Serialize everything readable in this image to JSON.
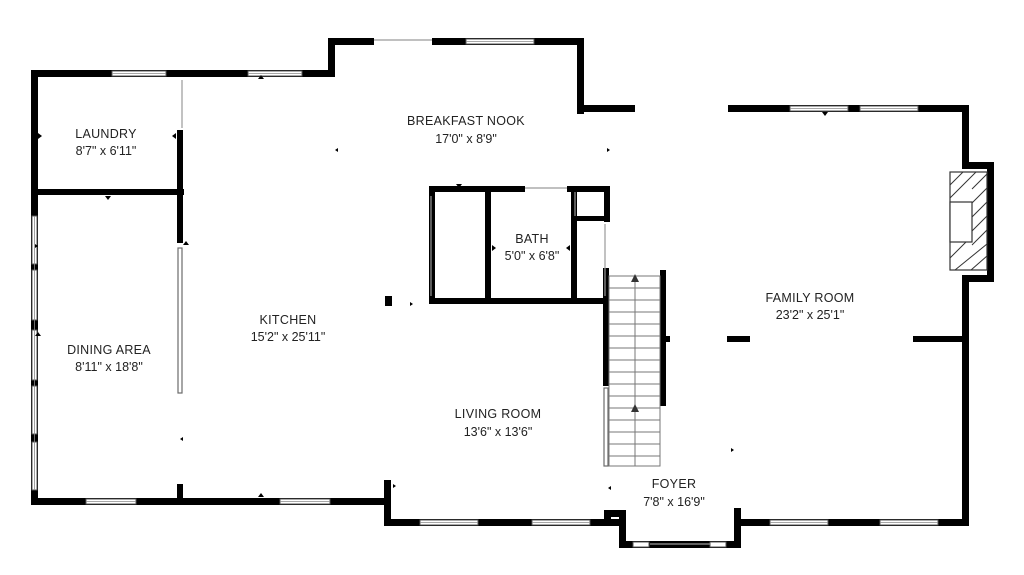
{
  "rooms": {
    "laundry": {
      "name": "LAUNDRY",
      "dims": "8'7\" x 6'11\""
    },
    "dining": {
      "name": "DINING AREA",
      "dims": "8'11\" x 18'8\""
    },
    "kitchen": {
      "name": "KITCHEN",
      "dims": "15'2\" x 25'11\""
    },
    "breakfast": {
      "name": "BREAKFAST NOOK",
      "dims": "17'0\" x 8'9\""
    },
    "bath": {
      "name": "BATH",
      "dims": "5'0\" x 6'8\""
    },
    "living": {
      "name": "LIVING ROOM",
      "dims": "13'6\" x 13'6\""
    },
    "foyer": {
      "name": "FOYER",
      "dims": "7'8\" x 16'9\""
    },
    "family": {
      "name": "FAMILY ROOM",
      "dims": "23'2\" x 25'1\""
    }
  },
  "colors": {
    "wall": "#000000",
    "background": "#ffffff",
    "window": "#8a8a8a"
  }
}
